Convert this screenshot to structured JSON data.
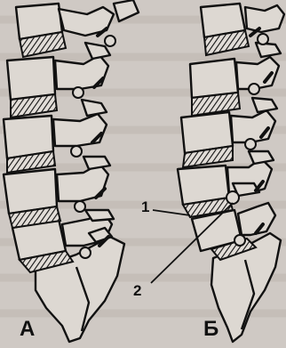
{
  "panels": [
    {
      "label": "А"
    },
    {
      "label": "Б"
    }
  ],
  "callouts": [
    {
      "number": "1"
    },
    {
      "number": "2"
    }
  ],
  "colors": {
    "ink": "#111111",
    "paper": "#cfc9c4",
    "bone": "#ddd8d2",
    "faint_text": "#b3aca6"
  }
}
